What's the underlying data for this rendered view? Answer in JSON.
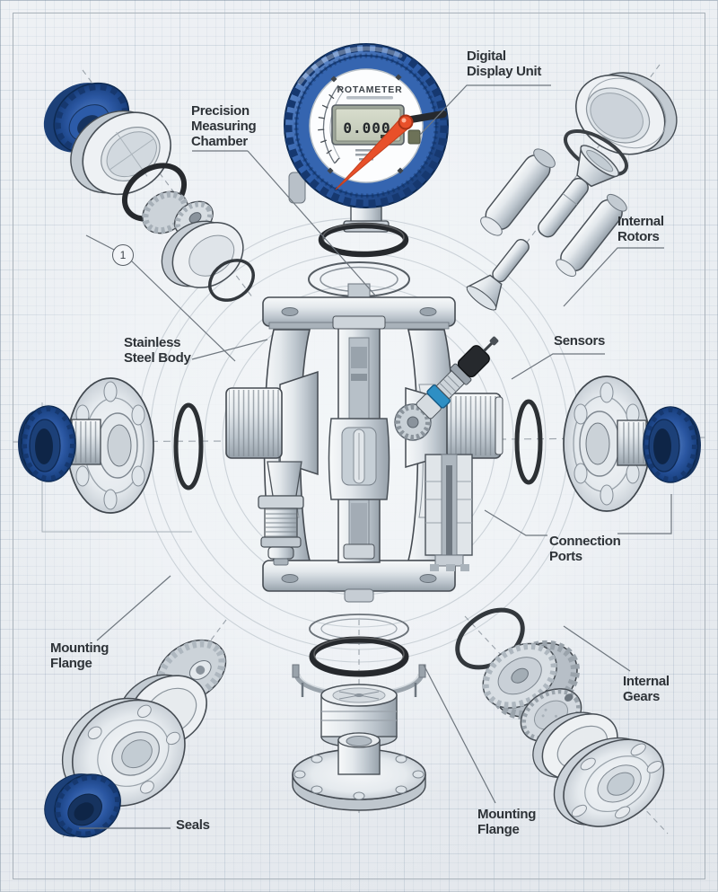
{
  "gauge": {
    "dial_brand": "ROTAMETER",
    "lcd_value": "0.000",
    "bezel_color": "#2b5aa7",
    "needle_color": "#e8502a"
  },
  "callout": {
    "marker": "1"
  },
  "colors": {
    "accent_blue": "#2b5aa7",
    "metal_light": "#e9edf1",
    "oring_black": "#26292d",
    "label_text": "#2e3338",
    "leader_line": "#6e767e"
  },
  "labels": [
    {
      "id": "digital-display-unit",
      "lines": [
        "Digital",
        "Display Unit"
      ]
    },
    {
      "id": "precision-measuring-chamber",
      "lines": [
        "Precision",
        "Measuring",
        "Chamber"
      ]
    },
    {
      "id": "internal-rotors",
      "lines": [
        "Internal",
        "Rotors"
      ]
    },
    {
      "id": "stainless-steel-body",
      "lines": [
        "Stainless",
        "Steel Body"
      ]
    },
    {
      "id": "sensors",
      "lines": [
        "Sensors"
      ]
    },
    {
      "id": "connection-ports",
      "lines": [
        "Connection",
        "Ports"
      ]
    },
    {
      "id": "mounting-flange-left",
      "lines": [
        "Mounting",
        "Flange"
      ]
    },
    {
      "id": "internal-gears",
      "lines": [
        "Internal",
        "Gears"
      ]
    },
    {
      "id": "seals",
      "lines": [
        "Seals"
      ]
    },
    {
      "id": "mounting-flange-bottom",
      "lines": [
        "Mounting",
        "Flange"
      ]
    }
  ]
}
